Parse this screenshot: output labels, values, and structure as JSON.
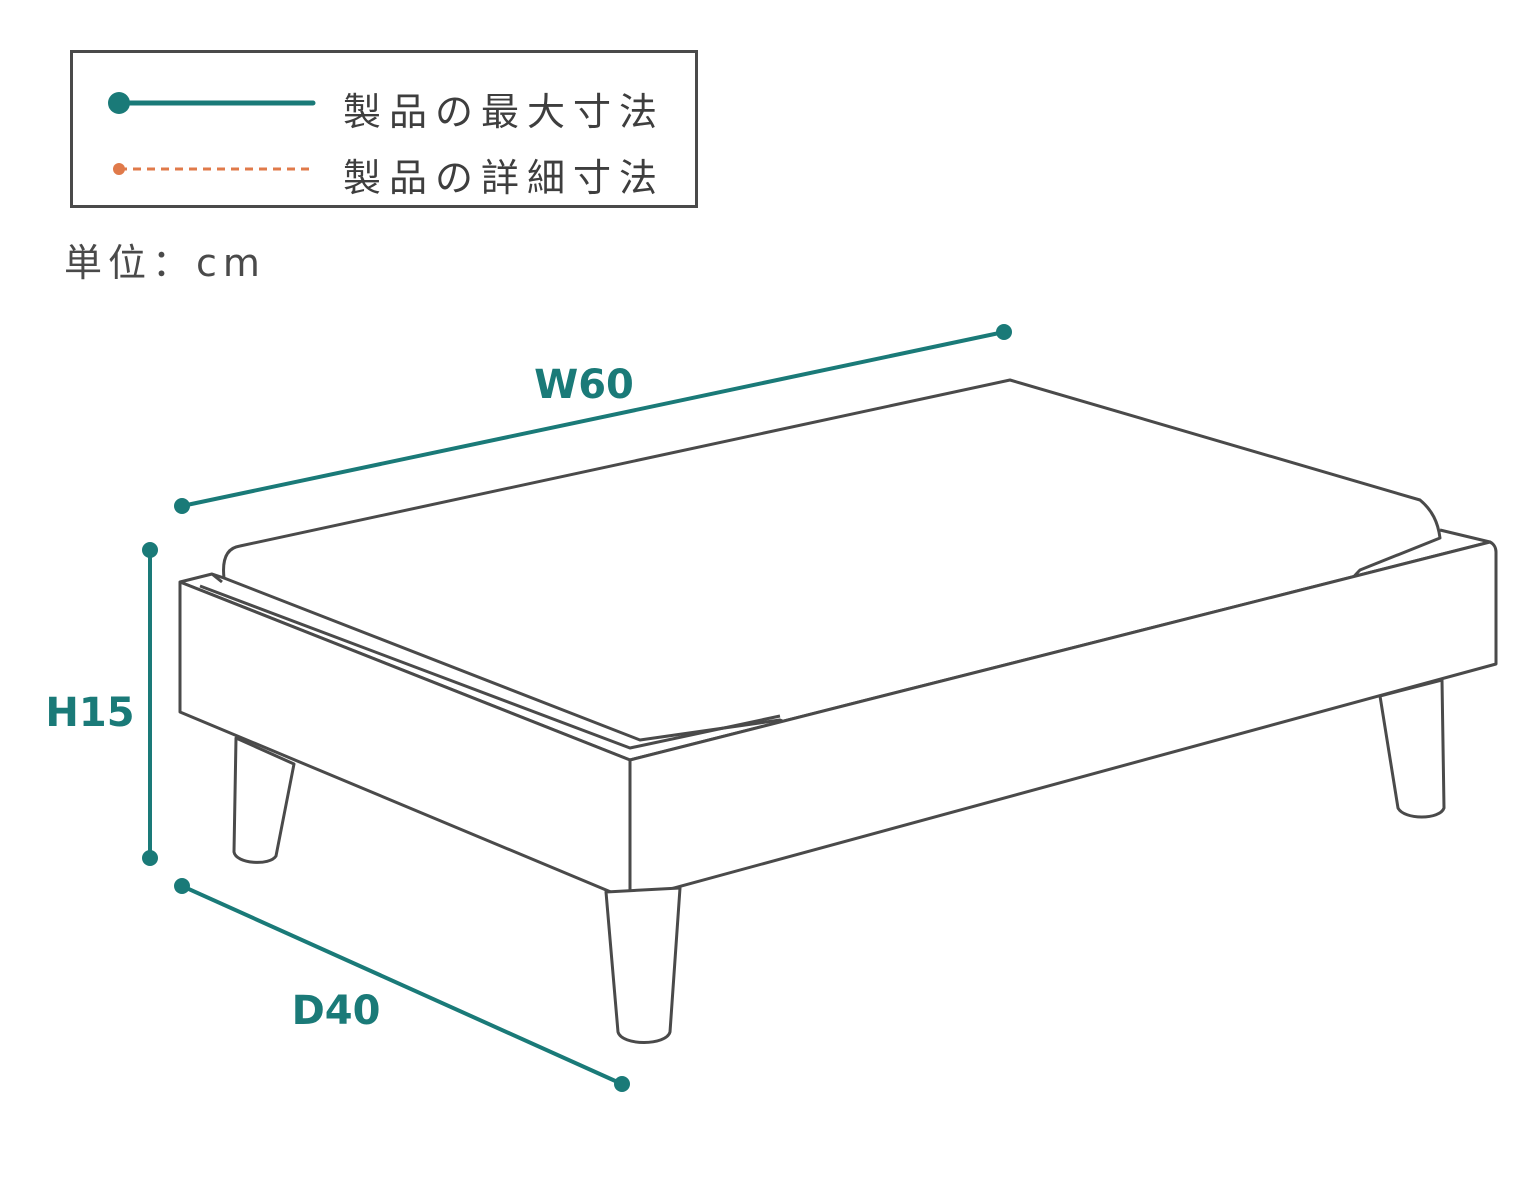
{
  "legend": {
    "max_dimension_label": "製品の最大寸法",
    "detail_dimension_label": "製品の詳細寸法"
  },
  "unit": {
    "label": "単位：cm"
  },
  "dimensions": {
    "width": "W60",
    "height": "H15",
    "depth": "D40"
  },
  "colors": {
    "max_dimension": "#1a7a78",
    "detail_dimension": "#e07a4a",
    "outline": "#4a4a4a",
    "background": "#ffffff"
  }
}
